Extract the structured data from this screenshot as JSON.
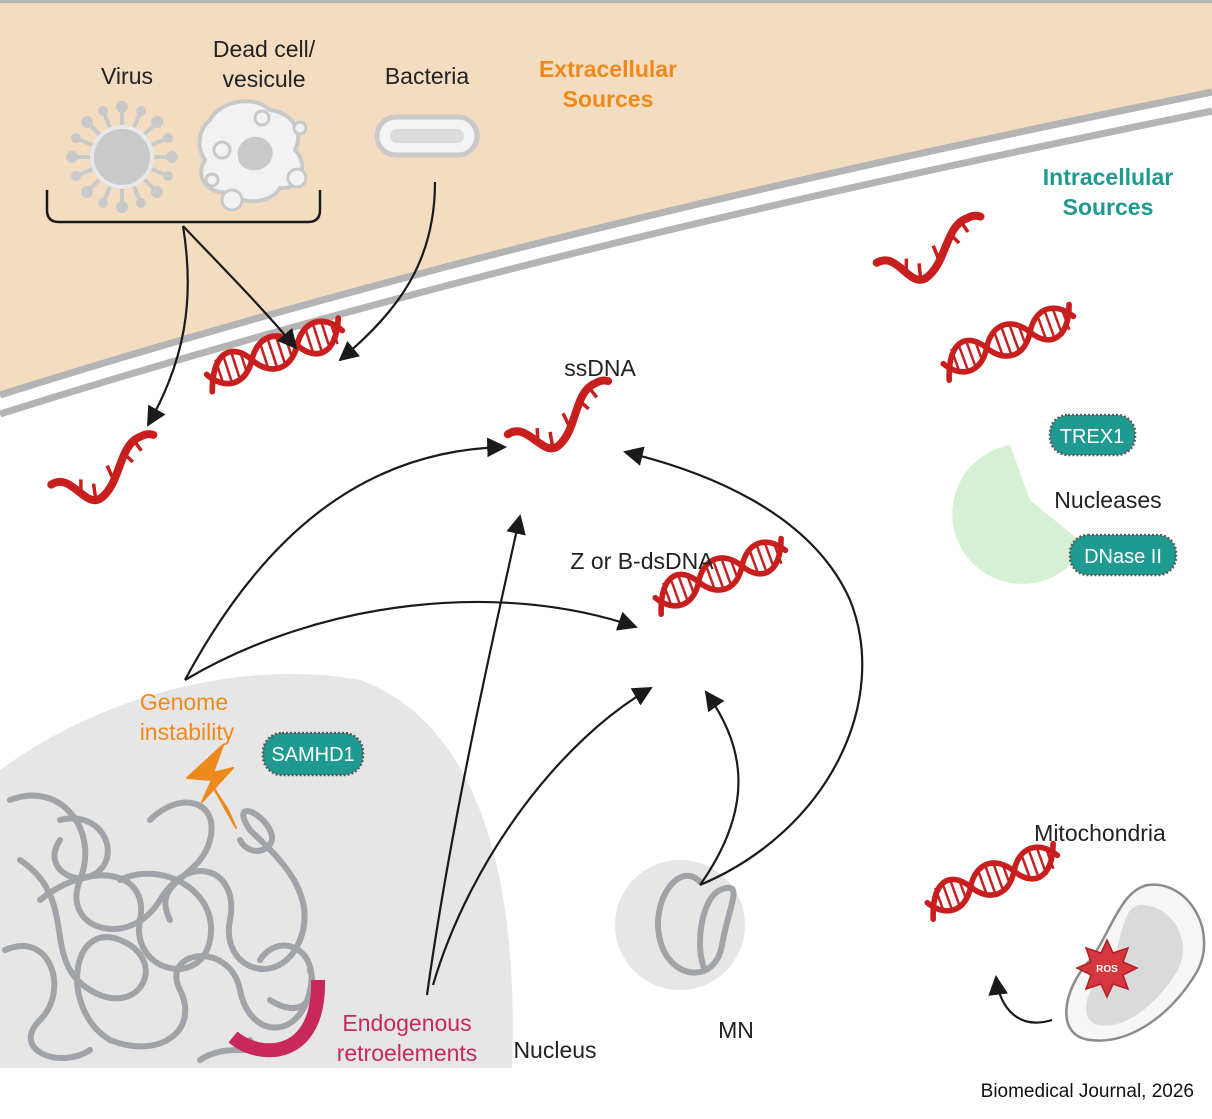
{
  "labels": {
    "virus": "Virus",
    "dead_cell_line1": "Dead cell/",
    "dead_cell_line2": "vesicule",
    "bacteria": "Bacteria",
    "extracellular_line1": "Extracellular",
    "extracellular_line2": "Sources",
    "intracellular_line1": "Intracellular",
    "intracellular_line2": "Sources",
    "ssdna": "ssDNA",
    "dsdna": "Z or B-dsDNA",
    "nucleases": "Nucleases",
    "trex1": "TREX1",
    "dnase2": "DNase II",
    "genome_line1": "Genome",
    "genome_line2": "instability",
    "samhd1": "SAMHD1",
    "endogenous_line1": "Endogenous",
    "endogenous_line2": "retroelements",
    "nucleus": "Nucleus",
    "mn": "MN",
    "mitochondria": "Mitochondria",
    "ros": "ROS",
    "credit": "Biomedical Journal, 2026"
  },
  "colors": {
    "extracellular_fill": "#f3dcc0",
    "membrane": "#b4b4b4",
    "dna_red": "#c81e1e",
    "teal": "#1f9a91",
    "orange": "#ee8a1c",
    "retro_pink": "#c8285a",
    "nucleus_gray": "#e6e6e6",
    "chromatin_gray": "#a0a4a8",
    "nuclease_green": "#d6f0d6"
  },
  "icons": [
    "virus-icon",
    "dead-cell-icon",
    "bacteria-icon",
    "dna-helix-icon",
    "ssdna-icon",
    "lightning-icon",
    "mitochondria-icon",
    "ros-burst-icon",
    "nuclease-pacman-icon"
  ]
}
